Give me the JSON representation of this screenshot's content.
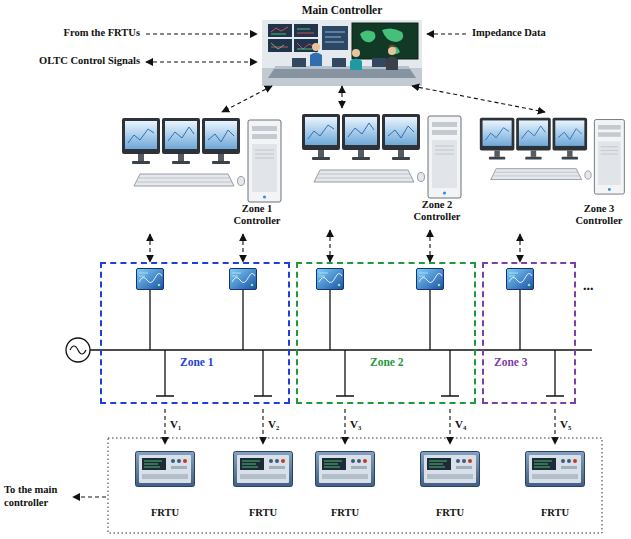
{
  "diagram": {
    "nodes": [
      {
        "text": [
          "Main Controller"
        ]
      },
      {
        "text": [
          "Zone 1 Controller"
        ]
      },
      {
        "text": [
          "Zone 2 Controller"
        ]
      },
      {
        "text": [
          "Zone 3 Controller"
        ]
      },
      {
        "text": [
          "Zone 1"
        ]
      },
      {
        "text": [
          "Zone 2"
        ]
      },
      {
        "text": [
          "Zone 3"
        ]
      },
      {
        "text": [
          "FRTU"
        ]
      },
      {
        "text": [
          "FRTU"
        ]
      },
      {
        "text": [
          "FRTU"
        ]
      },
      {
        "text": [
          "FRTU"
        ]
      },
      {
        "text": [
          "FRTU"
        ]
      }
    ],
    "edges": [
      {
        "from": 0,
        "to": 1,
        "arrow": "both"
      },
      {
        "from": 0,
        "to": 2,
        "arrow": "both"
      },
      {
        "from": 0,
        "to": 3,
        "arrow": "both"
      },
      {
        "from": 1,
        "to": 4,
        "arrow": "both"
      },
      {
        "from": 1,
        "to": 4,
        "arrow": "both"
      },
      {
        "from": 2,
        "to": 5,
        "arrow": "both"
      },
      {
        "from": 2,
        "to": 5,
        "arrow": "both"
      },
      {
        "from": 3,
        "to": 6,
        "arrow": "both"
      }
    ],
    "labels": [
      "From the FRTUs",
      "Impedance Data",
      "OLTC Control Signals",
      "...",
      "V₁",
      "V₂",
      "V₃",
      "V₄",
      "V₅",
      "To the main controller"
    ]
  }
}
